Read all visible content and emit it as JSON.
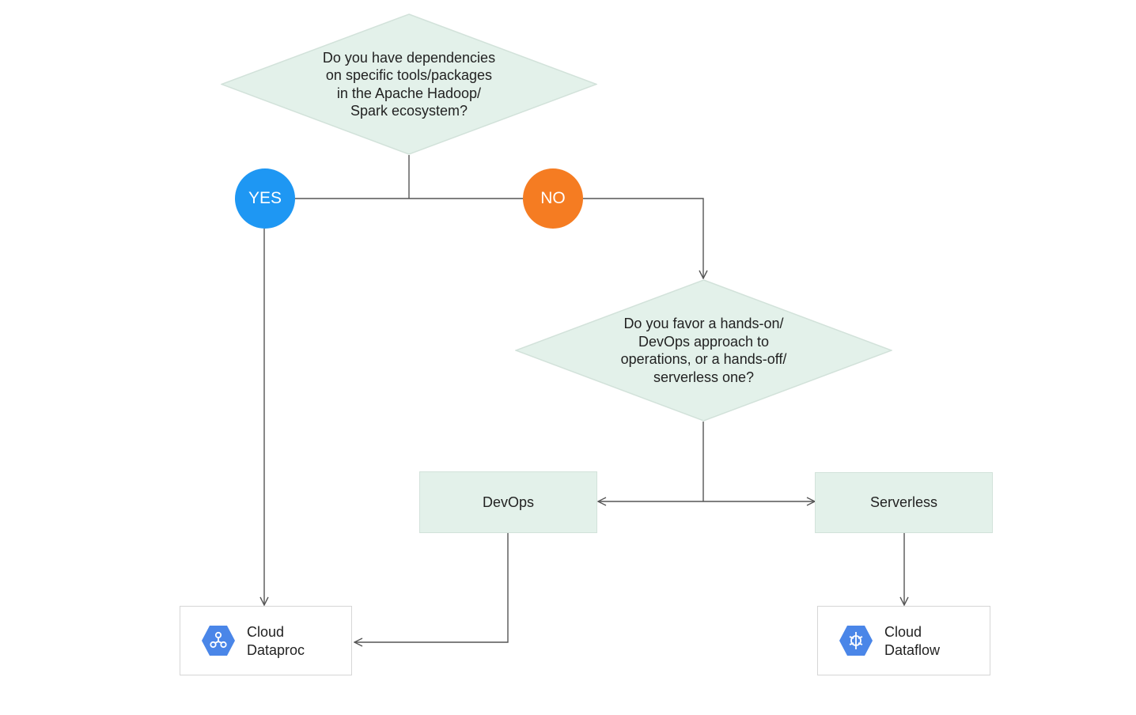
{
  "colors": {
    "decision_fill": "#e3f1ea",
    "decision_border": "#d2e2da",
    "yes": "#1e97f3",
    "no": "#f57c22",
    "connector": "#555555",
    "product_icon": "#4a86e8"
  },
  "decision1": {
    "lines": [
      "Do you have dependencies",
      "on specific tools/packages",
      "in the Apache Hadoop/",
      "Spark ecosystem?"
    ]
  },
  "yes_label": "YES",
  "no_label": "NO",
  "decision2": {
    "lines": [
      "Do you favor a hands-on/",
      "DevOps approach to",
      "operations, or a hands-off/",
      "serverless one?"
    ]
  },
  "devops_label": "DevOps",
  "serverless_label": "Serverless",
  "dataproc": {
    "icon": "dataproc-icon",
    "lines": [
      "Cloud",
      "Dataproc"
    ]
  },
  "dataflow": {
    "icon": "dataflow-icon",
    "lines": [
      "Cloud",
      "Dataflow"
    ]
  }
}
